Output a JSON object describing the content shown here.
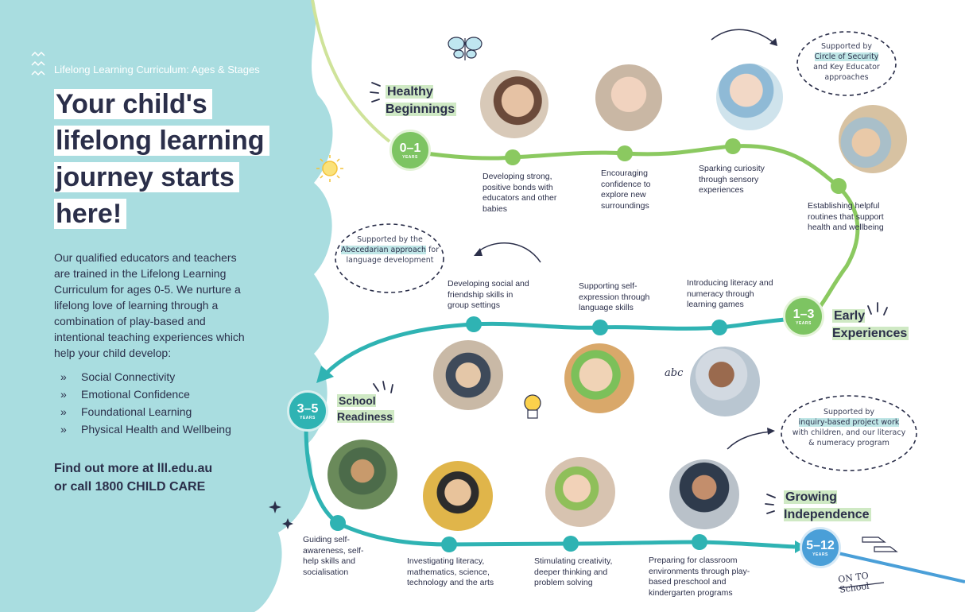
{
  "header": {
    "kicker": "Lifelong Learning Curriculum: Ages & Stages",
    "title": "Your child's lifelong learning journey starts here!"
  },
  "intro": {
    "text": "Our qualified educators and teachers are trained in the Lifelong Learning Curriculum for ages 0-5. We nurture a lifelong love of learning through a combination of play-based and intentional teaching experiences which help your child develop:",
    "bullets": [
      "Social Connectivity",
      "Emotional Confidence",
      "Foundational Learning",
      "Physical Health and Wellbeing"
    ],
    "bullet_marker": "»"
  },
  "cta": {
    "line1": "Find out more at lll.edu.au",
    "line2": "or call 1800 CHILD CARE"
  },
  "stages": {
    "s1": {
      "age": "0–1",
      "years": "YEARS",
      "title": "Healthy Beginnings",
      "color": "#7dc462"
    },
    "s2": {
      "age": "1–3",
      "years": "YEARS",
      "title": "Early Experiences",
      "color": "#7dc462"
    },
    "s3": {
      "age": "3–5",
      "years": "YEARS",
      "title": "School Readiness",
      "color": "#2fb3b3"
    },
    "s4": {
      "age": "5–12",
      "years": "YEARS",
      "title": "Growing Independence",
      "color": "#4a9fd8"
    }
  },
  "milestones": {
    "m1": "Developing strong, positive bonds with educators and other babies",
    "m2": "Encouraging confidence to explore new surroundings",
    "m3": "Sparking curiosity through sensory experiences",
    "m4": "Establishing helpful routines that support health and wellbeing",
    "m5": "Introducing literacy and numeracy through learning games",
    "m6": "Supporting self-expression through language skills",
    "m7": "Developing social and friendship skills in group settings",
    "m8": "Guiding self-awareness, self-help skills and socialisation",
    "m9": "Investigating literacy, mathematics, science, technology and the arts",
    "m10": "Stimulating creativity, deeper thinking and problem solving",
    "m11": "Preparing for classroom environments through play-based preschool and kindergarten programs"
  },
  "notes": {
    "n1": {
      "pre": "Supported by",
      "hl": "Circle of Security",
      "post": "and Key Educator approaches"
    },
    "n2": {
      "pre": "Supported by the",
      "hl": "Abecedarian approach",
      "post": "for language development"
    },
    "n3": {
      "pre": "Supported by",
      "hl": "inquiry-based project work",
      "post": "with children, and our literacy & numeracy program"
    }
  },
  "doodles": {
    "on_school": "ON TO School",
    "abc": "abc"
  },
  "colors": {
    "panel": "#a9dde0",
    "green": "#7dc462",
    "teal": "#2fb3b3",
    "blue": "#4a9fd8",
    "dark": "#2b2f4a"
  }
}
